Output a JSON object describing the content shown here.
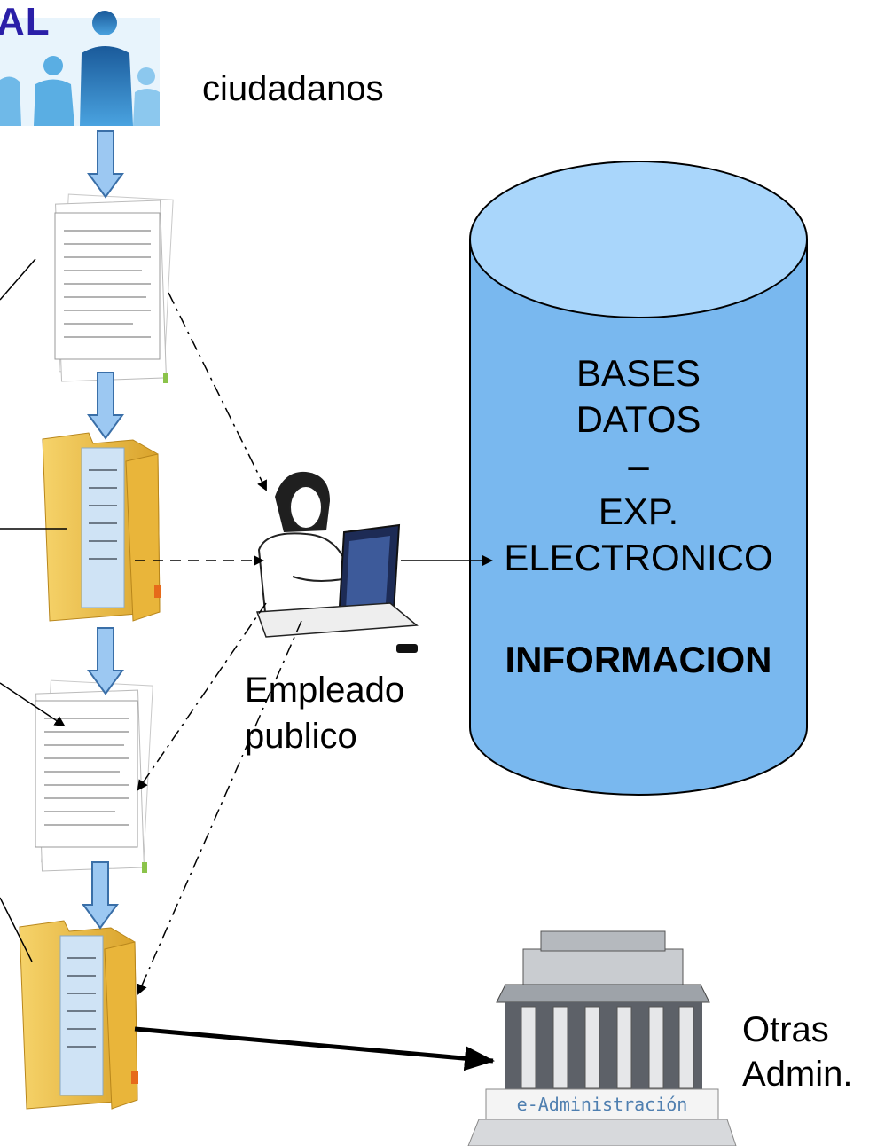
{
  "title_fragment": "AL",
  "labels": {
    "citizens": "ciudadanos",
    "employee_line1": "Empleado",
    "employee_line2": "publico",
    "other_admin_line1": "Otras",
    "other_admin_line2": "Admin."
  },
  "database": {
    "line1": "BASES",
    "line2": "DATOS",
    "line3": "–",
    "line4": "EXP.",
    "line5": "ELECTRONICO",
    "info": "INFORMACION"
  },
  "building_sign": "e-Administración",
  "colors": {
    "title": "#2a1fa8",
    "cylinder_fill": "#79b8ef",
    "cylinder_top": "#a9d6fb",
    "flow_arrow": "#9cc8f2",
    "folder": "#f0c34a"
  }
}
